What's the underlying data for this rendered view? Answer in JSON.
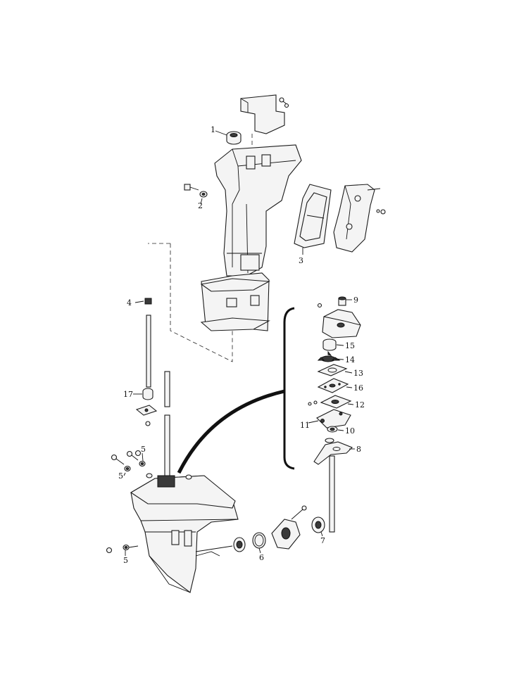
{
  "diagram": {
    "labels": [
      {
        "id": "p1",
        "text": "1"
      },
      {
        "id": "p2",
        "text": "2"
      },
      {
        "id": "p3",
        "text": "3"
      },
      {
        "id": "p4",
        "text": "4"
      },
      {
        "id": "p5a",
        "text": "5"
      },
      {
        "id": "p5b",
        "text": "5"
      },
      {
        "id": "p5c",
        "text": "5"
      },
      {
        "id": "p6",
        "text": "6"
      },
      {
        "id": "p7",
        "text": "7"
      },
      {
        "id": "p8",
        "text": "8"
      },
      {
        "id": "p9",
        "text": "9"
      },
      {
        "id": "p10",
        "text": "10"
      },
      {
        "id": "p11",
        "text": "11"
      },
      {
        "id": "p12",
        "text": "12"
      },
      {
        "id": "p13",
        "text": "13"
      },
      {
        "id": "p14",
        "text": "14"
      },
      {
        "id": "p15",
        "text": "15"
      },
      {
        "id": "p16",
        "text": "16"
      },
      {
        "id": "p17",
        "text": "17"
      }
    ]
  }
}
